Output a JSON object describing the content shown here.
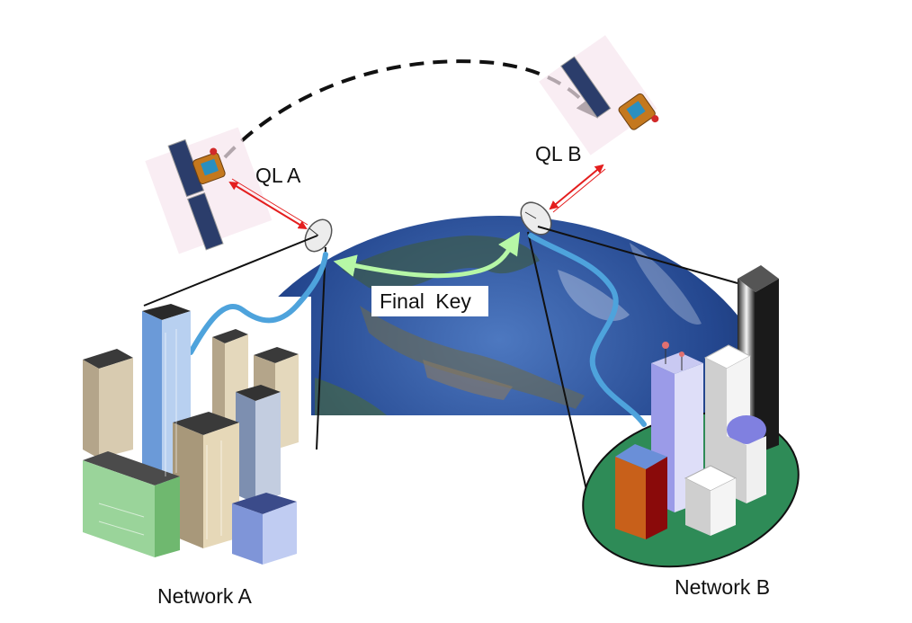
{
  "labels": {
    "ql_a": "QL A",
    "ql_b": "QL B",
    "final_key": "Final  Key",
    "network_a": "Network A",
    "network_b": "Network B"
  },
  "colors": {
    "quantum_link_arrow": "#e41e1e",
    "final_key_arrow": "#b6f7a6",
    "fiber_link": "#4ea3dc",
    "satellite_path": "#111111",
    "earth_ocean": "#1c3f86",
    "island_ground": "#2e8b57"
  },
  "icons": {
    "satellite_a": "satellite-icon",
    "satellite_b": "satellite-icon",
    "ground_station_a": "satellite-dish-icon",
    "ground_station_b": "satellite-dish-icon",
    "network_a": "city-buildings-icon",
    "network_b": "city-buildings-icon"
  }
}
